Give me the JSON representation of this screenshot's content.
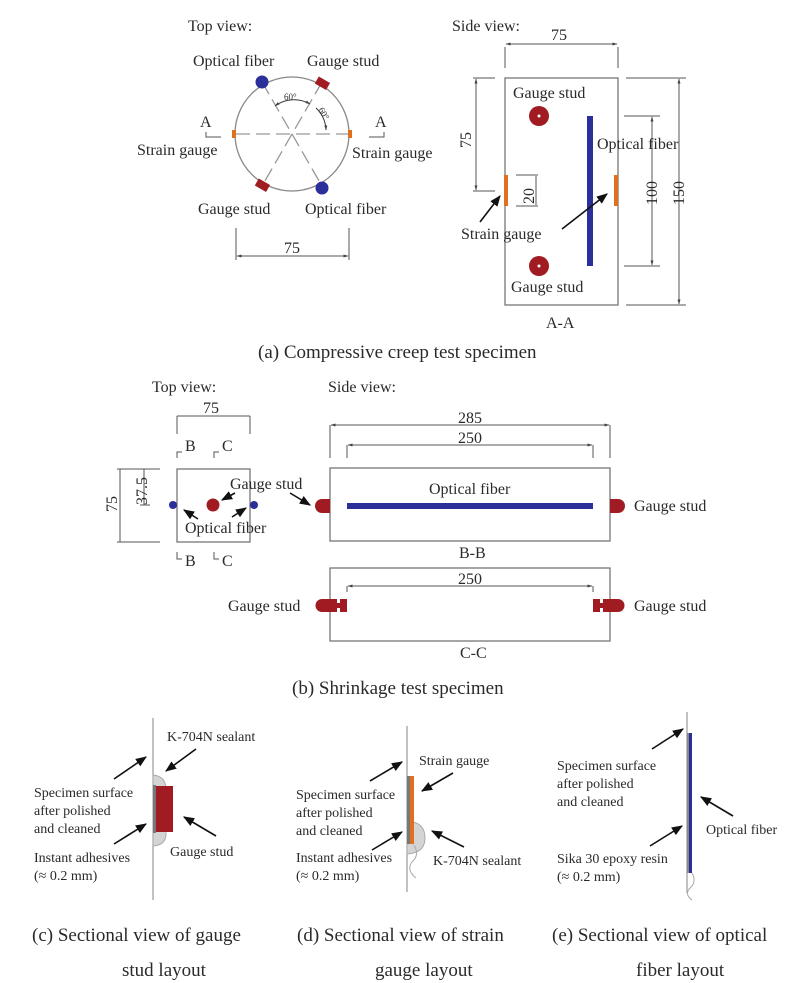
{
  "colors": {
    "gauge_stud": "#a01c22",
    "optical_fiber": "#2b2f9a",
    "strain_gauge": "#e0701f",
    "sealant": "#c8c8c8",
    "line": "#777777"
  },
  "panel_a": {
    "caption": "(a)  Compressive creep test specimen",
    "top_view": {
      "title": "Top view:",
      "labels": {
        "optical_fiber_top": "Optical fiber",
        "gauge_stud_top": "Gauge stud",
        "strain_gauge_left": "Strain gauge",
        "strain_gauge_right": "Strain gauge",
        "gauge_stud_bottom": "Gauge stud",
        "optical_fiber_bottom": "Optical fiber",
        "section_left": "A",
        "section_right": "A"
      },
      "angles": [
        "60°",
        "60°"
      ],
      "diameter_dim": "75"
    },
    "side_view": {
      "title": "Side view:",
      "section_label": "A-A",
      "labels": {
        "gauge_stud_top": "Gauge stud",
        "gauge_stud_bottom": "Gauge stud",
        "optical_fiber": "Optical fiber",
        "strain_gauge": "Strain gauge"
      },
      "dims": {
        "width": "75",
        "half_height": "75",
        "gauge_length": "20",
        "fiber_length": "100",
        "height": "150"
      }
    }
  },
  "panel_b": {
    "caption": "(b)  Shrinkage test specimen",
    "top_view": {
      "title": "Top view:",
      "labels": {
        "gauge_stud": "Gauge stud",
        "optical_fiber": "Optical fiber",
        "section_b_top": "B",
        "section_c_top": "C",
        "section_b_bottom": "B",
        "section_c_bottom": "C"
      },
      "dims": {
        "width": "75",
        "height": "75",
        "half": "37.5"
      }
    },
    "side_view": {
      "title": "Side view:",
      "bb": {
        "label": "B-B",
        "fiber_label": "Optical fiber",
        "stud_right": "Gauge stud",
        "dim_total": "285",
        "dim_inner": "250"
      },
      "cc": {
        "label": "C-C",
        "stud_left": "Gauge stud",
        "stud_right": "Gauge stud",
        "dim_inner": "250"
      }
    }
  },
  "panel_c": {
    "caption_line1": "(c)  Sectional view of gauge",
    "caption_line2": "stud layout",
    "labels": {
      "sealant": "K-704N sealant",
      "surface_1": "Specimen surface",
      "surface_2": "after polished",
      "surface_3": "and cleaned",
      "stud": "Gauge stud",
      "adhesive_1": "Instant adhesives",
      "adhesive_2": "(≈ 0.2 mm)"
    }
  },
  "panel_d": {
    "caption_line1": "(d)  Sectional view of strain",
    "caption_line2": "gauge layout",
    "labels": {
      "gauge": "Strain gauge",
      "surface_1": "Specimen surface",
      "surface_2": "after polished",
      "surface_3": "and cleaned",
      "sealant": "K-704N sealant",
      "adhesive_1": "Instant adhesives",
      "adhesive_2": "(≈ 0.2 mm)"
    }
  },
  "panel_e": {
    "caption_line1": "(e)  Sectional view of optical",
    "caption_line2": "fiber layout",
    "labels": {
      "surface_1": "Specimen surface",
      "surface_2": "after polished",
      "surface_3": "and cleaned",
      "fiber": "Optical fiber",
      "epoxy_1": "Sika 30 epoxy resin",
      "epoxy_2": "(≈ 0.2 mm)"
    }
  }
}
